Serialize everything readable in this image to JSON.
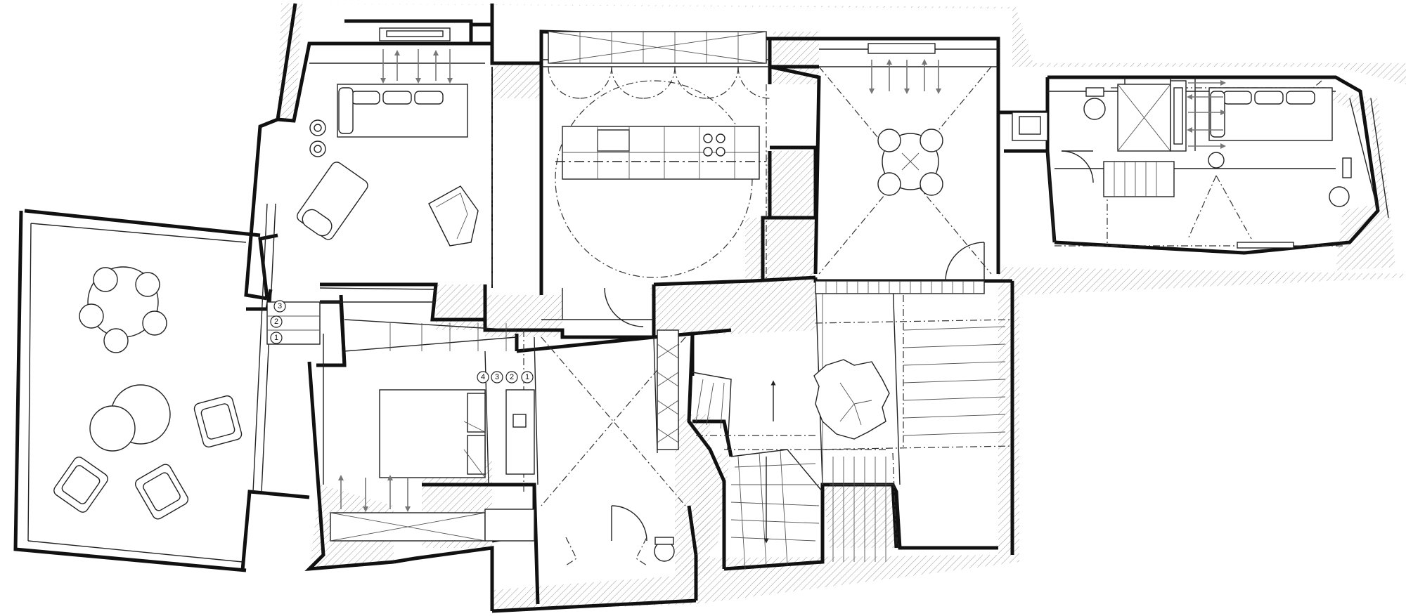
{
  "stair_markers_lower_left": [
    "1",
    "2",
    "3"
  ],
  "stair_markers_bedroom": [
    "4",
    "3",
    "2",
    "1"
  ],
  "colors": {
    "line": "#222222",
    "wall": "#111111",
    "hatch": "#9a9a9a",
    "background": "#ffffff",
    "hvac_arrow": "#777777"
  }
}
